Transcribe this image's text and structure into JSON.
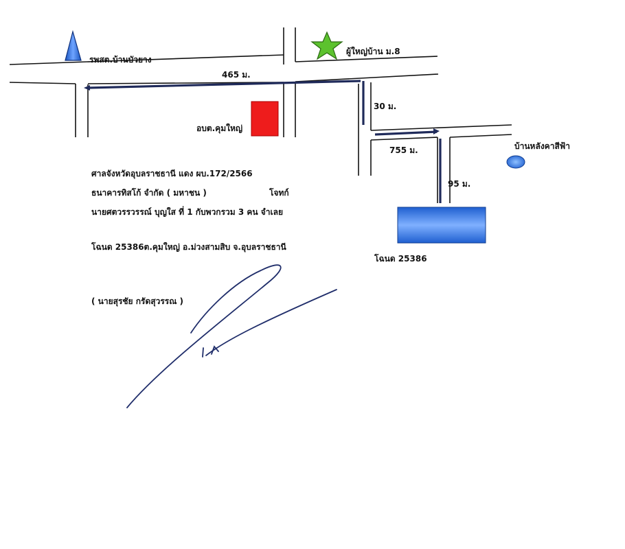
{
  "map": {
    "landmarks": {
      "hospital": "รพสต.บ้านบัวยาง",
      "village_head": "ผู้ใหญ่บ้าน ม.8",
      "district_office": "อบต.คุมใหญ่",
      "blue_roof_house": "บ้านหลังคาสีฟ้า",
      "deed_plot": "โฉนด 25386"
    },
    "distances": {
      "d465": "465 ม.",
      "d30": "30 ม.",
      "d755": "755 ม.",
      "d95": "95 ม."
    },
    "colors": {
      "hospital_marker": "#2f6fd8",
      "star_marker": "#5cc22e",
      "office_marker": "#ee1c1c",
      "plot_fill": "#2c6ee0",
      "route_line": "#1f2a5a",
      "road_line": "#111111"
    }
  },
  "case": {
    "line1": "ศาลจังหวัดอุบลราชธานี แดง ผบ.172/2566",
    "line2_party": "ธนาคารทิสโก้ จำกัด ( มหาชน )",
    "line2_role": "โจทก์",
    "line3": "นายศตวรรวรรณ์ บุญใส ที่ 1 กับพวกรวม 3 คน จำเลย",
    "line4": "โฉนด 25386ต.คุมใหญ่ อ.ม่วงสามสิบ จ.อุบลราชธานี",
    "signer": "( นายสุรชัย กรัดสุวรรณ )"
  }
}
